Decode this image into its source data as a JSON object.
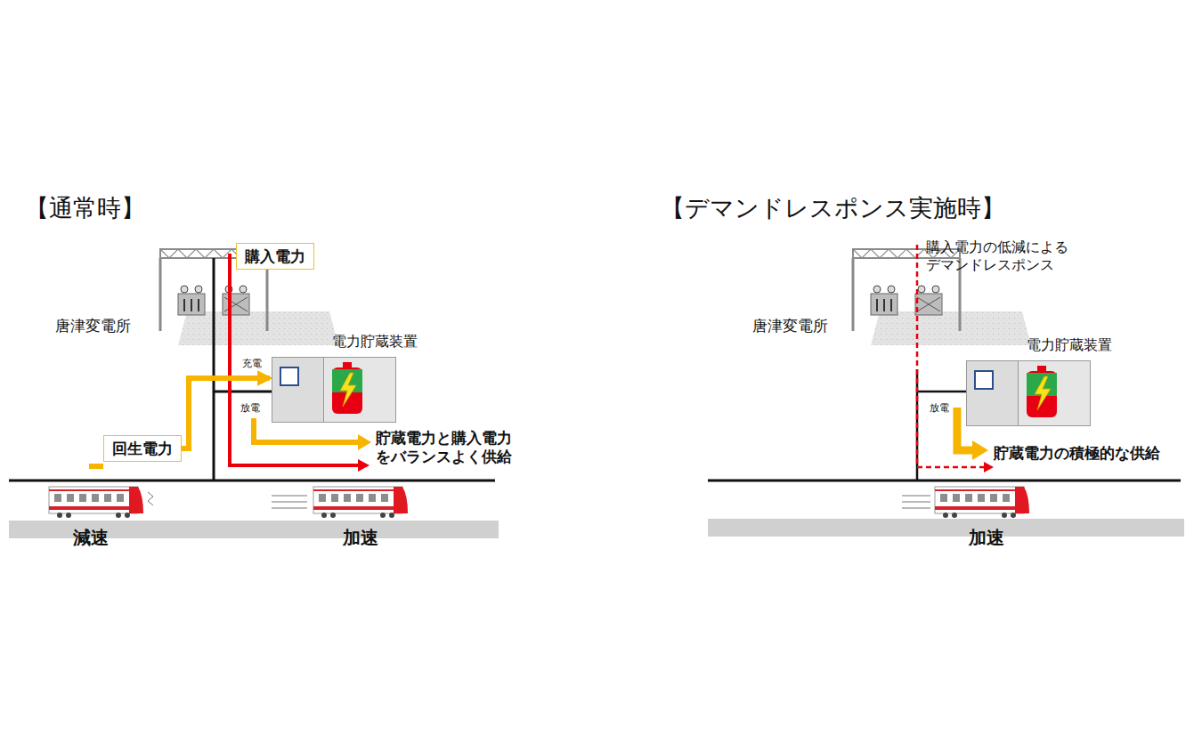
{
  "diagram": {
    "nodes": [
      {
        "text": [
          "購入電力"
        ]
      },
      {
        "text": [
          "電力貯蔵装置"
        ]
      },
      {
        "text": [
          "回生電力"
        ]
      },
      {
        "text": [
          "電力貯蔵装置"
        ]
      }
    ],
    "edges": [
      {
        "from": 2,
        "to": 1,
        "arrow": "to"
      }
    ],
    "labels": [
      "【通常時】",
      "唐津変電所",
      "充電",
      "放電",
      "貯蔵電力と購入電力 をバランスよく供給",
      "減速",
      "加速",
      "【デマンドレスポンス実施時】",
      "購入電力の低減による デマンドレスポンス",
      "唐津変電所",
      "放電",
      "貯蔵電力の積極的な供給",
      "加速"
    ]
  }
}
